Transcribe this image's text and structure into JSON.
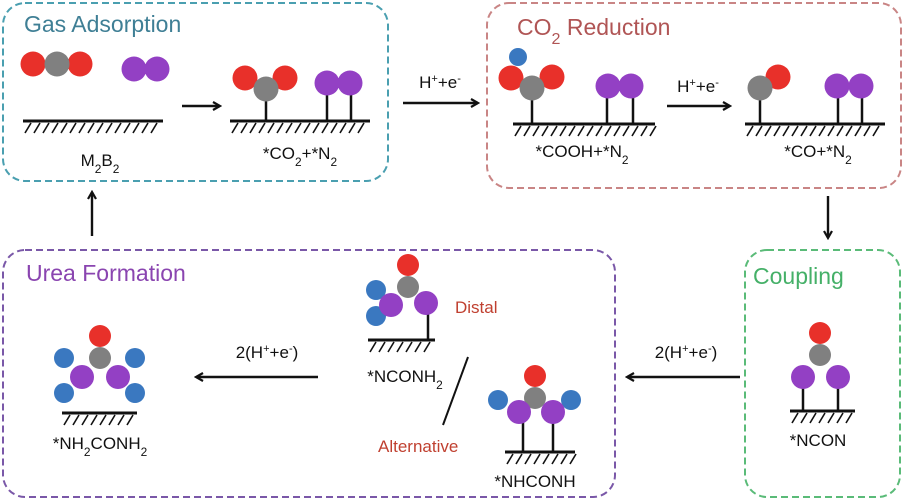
{
  "colors": {
    "oxygen": "#e8302a",
    "carbon": "#808080",
    "nitrogen": "#9340c4",
    "hydrogen": "#3a78c0",
    "gas_box": "#4a9fb0",
    "co2_box": "#c98585",
    "coupling_box": "#5abb78",
    "urea_box": "#7a58a8",
    "gas_title": "#3f7f95",
    "co2_title": "#b05555",
    "coupling_title": "#45b068",
    "urea_title": "#8a45b0",
    "pathway": "#c04030"
  },
  "boxes": {
    "gas_adsorption": {
      "title": [
        {
          "t": "Gas Adsorption"
        }
      ]
    },
    "co2_reduction": {
      "title": [
        {
          "t": "CO"
        },
        {
          "t": "2",
          "sub": true
        },
        {
          "t": " Reduction"
        }
      ]
    },
    "coupling": {
      "title": [
        {
          "t": "Coupling"
        }
      ]
    },
    "urea_formation": {
      "title": [
        {
          "t": "Urea Formation"
        }
      ]
    }
  },
  "labels": {
    "m2b2": [
      {
        "t": "M"
      },
      {
        "t": "2",
        "sub": true
      },
      {
        "t": "B"
      },
      {
        "t": "2",
        "sub": true
      }
    ],
    "co2_n2": [
      {
        "t": "*CO"
      },
      {
        "t": "2",
        "sub": true
      },
      {
        "t": "+*N"
      },
      {
        "t": "2",
        "sub": true
      }
    ],
    "cooh_n2": [
      {
        "t": "*COOH+*N"
      },
      {
        "t": "2",
        "sub": true
      }
    ],
    "co_n2": [
      {
        "t": "*CO+*N"
      },
      {
        "t": "2",
        "sub": true
      }
    ],
    "ncon": [
      {
        "t": "*NCON"
      }
    ],
    "nconh2": [
      {
        "t": "*NCONH"
      },
      {
        "t": "2",
        "sub": true
      }
    ],
    "nhconh": [
      {
        "t": "*NHCONH"
      }
    ],
    "nh2conh2": [
      {
        "t": "*NH"
      },
      {
        "t": "2",
        "sub": true
      },
      {
        "t": "CONH"
      },
      {
        "t": "2",
        "sub": true
      }
    ]
  },
  "arrows": {
    "step1": [
      {
        "t": "H"
      },
      {
        "t": "+",
        "sup": true
      },
      {
        "t": "+e"
      },
      {
        "t": "-",
        "sup": true
      }
    ],
    "step2": [
      {
        "t": "H"
      },
      {
        "t": "+",
        "sup": true
      },
      {
        "t": "+e"
      },
      {
        "t": "-",
        "sup": true
      }
    ],
    "step3": [
      {
        "t": "2(H"
      },
      {
        "t": "+",
        "sup": true
      },
      {
        "t": "+e"
      },
      {
        "t": "-",
        "sup": true
      },
      {
        "t": ")"
      }
    ],
    "step4": [
      {
        "t": "2(H"
      },
      {
        "t": "+",
        "sup": true
      },
      {
        "t": "+e"
      },
      {
        "t": "-",
        "sup": true
      },
      {
        "t": ")"
      }
    ]
  },
  "pathways": {
    "distal": "Distal",
    "alternative": "Alternative"
  }
}
